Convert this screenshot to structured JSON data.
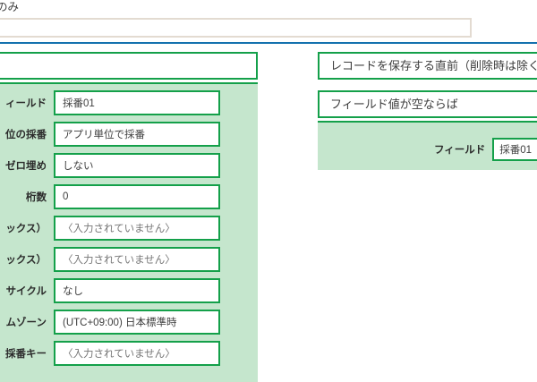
{
  "top": {
    "fragment_text": "のみ",
    "search_value": "",
    "search_placeholder": ""
  },
  "left": {
    "header_value": "",
    "rows": [
      {
        "label": "ィールド",
        "value": "採番01",
        "state": "filled"
      },
      {
        "label": "位の採番",
        "value": "アプリ単位で採番",
        "state": "filled"
      },
      {
        "label": "ゼロ埋め",
        "value": "しない",
        "state": "filled"
      },
      {
        "label": "桁数",
        "value": "0",
        "state": "filled"
      },
      {
        "label": "ックス）",
        "value": "〈入力されていません〉",
        "state": "placeholder"
      },
      {
        "label": "ックス）",
        "value": "〈入力されていません〉",
        "state": "placeholder"
      },
      {
        "label": "サイクル",
        "value": "なし",
        "state": "filled"
      },
      {
        "label": "ムゾーン",
        "value": "(UTC+09:00) 日本標準時",
        "state": "filled"
      },
      {
        "label": "採番キー",
        "value": "〈入力されていません〉",
        "state": "placeholder"
      }
    ]
  },
  "right": {
    "trigger_label": "レコードを保存する直前（削除時は除く）",
    "condition_label": "フィールド値が空ならば",
    "field_row_label": "フィールド",
    "field_row_value": "採番01"
  },
  "colors": {
    "accent_green": "#14a04a",
    "panel_green": "#c5e6cd",
    "divider_blue": "#1471ae",
    "beige_border": "#e3dbd1",
    "text": "#3e3e3e",
    "placeholder_text": "#767676"
  }
}
